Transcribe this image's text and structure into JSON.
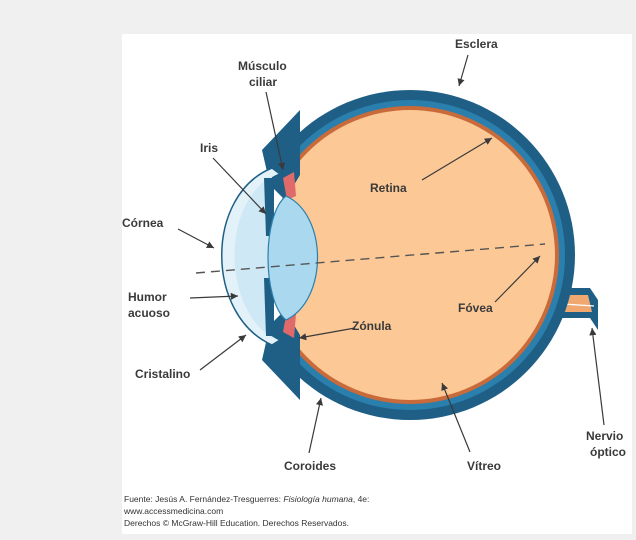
{
  "labels": {
    "esclera": "Esclera",
    "musculo_ciliar_1": "Músculo",
    "musculo_ciliar_2": "ciliar",
    "iris": "Iris",
    "retina": "Retina",
    "cornea": "Córnea",
    "humor_acuoso_1": "Humor",
    "humor_acuoso_2": "acuoso",
    "zonula": "Zónula",
    "fovea": "Fóvea",
    "cristalino": "Cristalino",
    "nervio_optico_1": "Nervio",
    "nervio_optico_2": "óptico",
    "coroides": "Coroides",
    "vitreo": "Vítreo"
  },
  "caption": {
    "line1_prefix": "Fuente: Jesús A. Fernández-Tresguerres: ",
    "line1_title": "Fisiología humana",
    "line1_suffix": ", 4e:",
    "line2": "www.accessmedicina.com",
    "line3": "Derechos © McGraw-Hill Education. Derechos Reservados."
  },
  "colors": {
    "sclera": "#1f5f86",
    "choroid": "#2a7fad",
    "retina": "#c96a3a",
    "vitreous": "#fbc896",
    "lens": "#a9d8ef",
    "cornea": "#e3f1f8",
    "ciliary": "#e06a6a",
    "nerve": "#f0a870"
  }
}
